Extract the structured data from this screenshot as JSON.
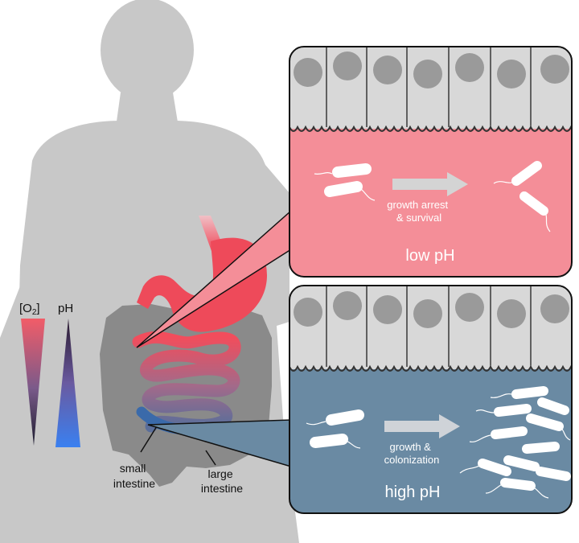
{
  "gradients": {
    "oxygen_label": "[O",
    "oxygen_sub": "2",
    "oxygen_close": "]",
    "ph_label": "pH"
  },
  "organs": {
    "small_intestine_line1": "small",
    "small_intestine_line2": "intestine",
    "large_intestine_line1": "large",
    "large_intestine_line2": "intestine"
  },
  "panel_top": {
    "arrow_line1": "growth arrest",
    "arrow_line2": "& survival",
    "condition": "low pH"
  },
  "panel_bottom": {
    "arrow_line1": "growth &",
    "arrow_line2": "colonization",
    "condition": "high pH"
  },
  "colors": {
    "body": "#c8c8c8",
    "large_intestine": "#8a8a8a",
    "stomach": "#ee4a5a",
    "low_ph_panel": "#f48e98",
    "high_ph_panel": "#6a8aa3",
    "epithelium": "#d8d8d8",
    "nucleus": "#9a9a9a",
    "arrow": "#c8c8c8"
  }
}
